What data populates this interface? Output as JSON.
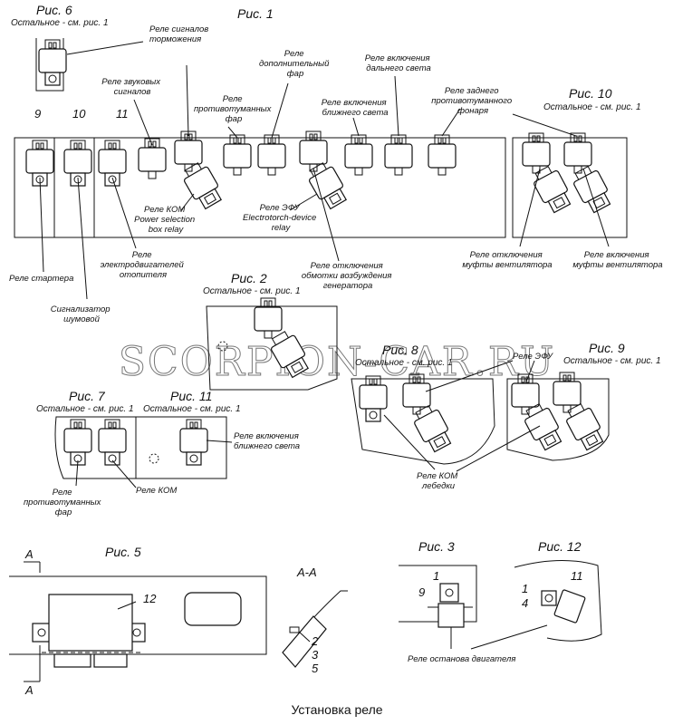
{
  "caption": "Установка реле",
  "watermark": "SCORPION-CAR.RU",
  "figures": {
    "fig6": {
      "title": "Рис. 6",
      "note": "Остальное - см. рис. 1"
    },
    "fig1": {
      "title": "Рис. 1"
    },
    "fig10": {
      "title": "Рис. 10",
      "note": "Остальное - см. рис. 1"
    },
    "fig2": {
      "title": "Рис. 2",
      "note": "Остальное - см. рис. 1"
    },
    "fig8": {
      "title": "Рис. 8",
      "note": "Остальное - см. рис. 1"
    },
    "fig9": {
      "title": "Рис. 9",
      "note": "Остальное - см. рис. 1"
    },
    "fig7": {
      "title": "Рис. 7",
      "note": "Остальное - см. рис. 1"
    },
    "fig11": {
      "title": "Рис. 11",
      "note": "Остальное - см. рис. 1"
    },
    "fig5": {
      "title": "Рис. 5"
    },
    "fig3": {
      "title": "Рис. 3"
    },
    "fig12": {
      "title": "Рис. 12"
    }
  },
  "labels": {
    "brake_signal_relay": [
      "Реле сигналов",
      "торможения"
    ],
    "horn_relay": [
      "Реле звуковых",
      "сигналов"
    ],
    "fog_relay": [
      "Реле",
      "противотуманных",
      "фар"
    ],
    "aux_headlight_relay": [
      "Реле",
      "дополнительный",
      "фар"
    ],
    "low_beam_relay": [
      "Реле включения",
      "ближнего света"
    ],
    "high_beam_relay": [
      "Реле включения",
      "дальнего света"
    ],
    "rear_fog_relay": [
      "Реле заднего",
      "противотуманного",
      "фонаря"
    ],
    "pto_relay": [
      "Реле КОМ",
      "Power selection",
      "box relay"
    ],
    "efu_relay": [
      "Реле ЭФУ",
      "Electrotorch-device",
      "relay"
    ],
    "heater_motor_relay": [
      "Реле",
      "электродвигателей",
      "отопителя"
    ],
    "starter_relay": "Реле стартера",
    "noise_signal": [
      "Сигнализатор",
      "шумовой"
    ],
    "generator_off_relay": [
      "Реле отключения",
      "обмотки возбуждения",
      "генератора"
    ],
    "fan_clutch_off": [
      "Реле отключения",
      "муфты вентилятора"
    ],
    "fan_clutch_on": [
      "Реле включения",
      "муфты вентилятора"
    ],
    "efu_relay_short": "Реле ЭФУ",
    "fig7_fog_relay": [
      "Реле",
      "противотуманных",
      "фар"
    ],
    "fig7_pto_relay": "Реле КОМ",
    "fig11_low_beam": [
      "Реле включения",
      "ближнего света"
    ],
    "winch_pto_relay": [
      "Реле КОМ",
      "лебедки"
    ],
    "engine_stop_relay": "Реле останова двигателя"
  },
  "numbers": {
    "n9": "9",
    "n10": "10",
    "n11": "11",
    "fig5_num": "12",
    "aa_n2": "2",
    "aa_n3": "3",
    "aa_n5": "5",
    "fig3_n1": "1",
    "fig3_n9": "9",
    "fig12_n1": "1",
    "fig12_n4": "4",
    "fig12_n11": "11"
  },
  "section": {
    "mark": "A",
    "title": "A-A"
  }
}
